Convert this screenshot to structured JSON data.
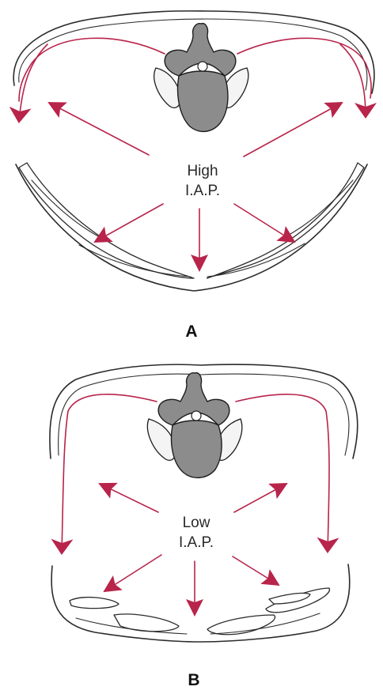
{
  "panels": [
    {
      "id": "A",
      "label_line1": "High",
      "label_line2": "I.A.P.",
      "letter": "A"
    },
    {
      "id": "B",
      "label_line1": "Low",
      "label_line2": "I.A.P.",
      "letter": "B"
    }
  ],
  "colors": {
    "arrow": "#b8244a",
    "outline": "#2b2b2b",
    "bone": "#8c8c8c",
    "background": "#ffffff"
  }
}
